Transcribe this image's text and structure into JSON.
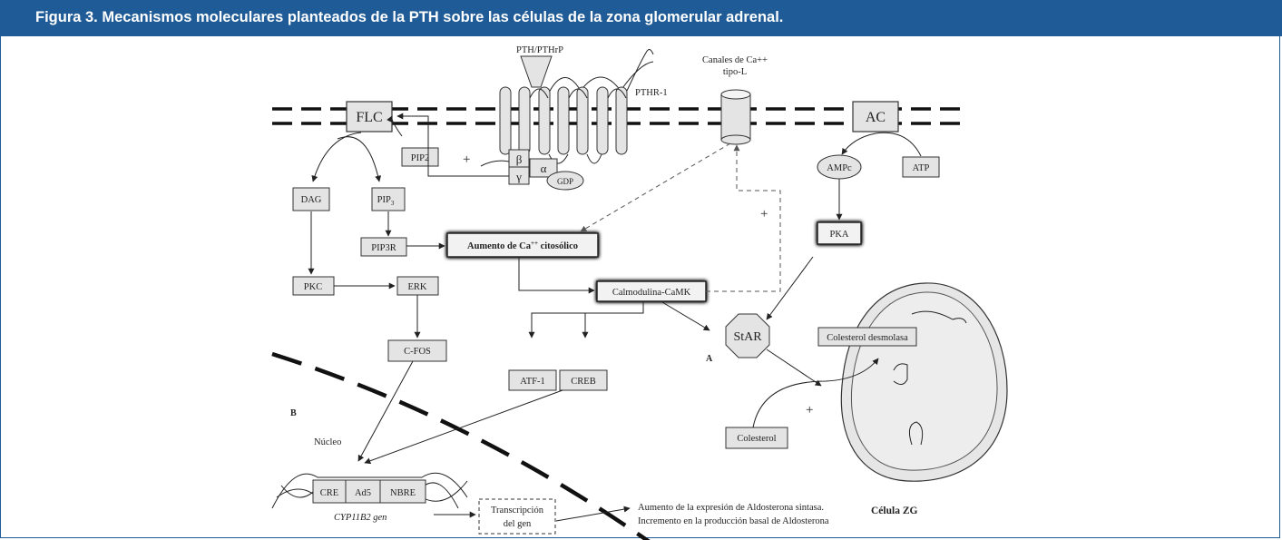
{
  "figure": {
    "caption": "Figura 3. Mecanismos moleculares planteados de la PTH sobre las células de la zona glomerular adrenal.",
    "colors": {
      "header_bg": "#1f5b96",
      "header_text": "#ffffff"
    }
  },
  "diagram": {
    "ligand": "PTH/PTHrP",
    "receptor": "PTHR-1",
    "channel_line1": "Canales de Ca++",
    "channel_line2": "tipo-L",
    "flc": "FLC",
    "ac": "AC",
    "pip2": "PIP2",
    "plus_left": "+",
    "g_beta": "β",
    "g_alpha": "α",
    "g_gamma": "γ",
    "gdp": "GDP",
    "ampc": "AMPc",
    "atp": "ATP",
    "dag": "DAG",
    "pip3_base": "PIP",
    "pip3_sub": "3",
    "pip3r": "PIP3R",
    "calcium_prefix": "Aumento de Ca",
    "calcium_sup": "++",
    "calcium_suffix": " citosólico",
    "pka": "PKA",
    "plus_mid": "+",
    "pkc": "PKC",
    "erk": "ERK",
    "camk": "Calmodulina-CaMK",
    "cfos": "C-FOS",
    "star": "StAR",
    "desmolasa": "Colesterol desmolasa",
    "label_a": "A",
    "atf1": "ATF-1",
    "creb": "CREB",
    "label_b": "B",
    "nucleo": "Núcleo",
    "colesterol": "Colesterol",
    "plus_right": "+",
    "cre": "CRE",
    "ad5": "Ad5",
    "nbre": "NBRE",
    "gene_label": "CYP11B2 gen",
    "transcripcion_line1": "Transcripción",
    "transcripcion_line2": "del gen",
    "outcome_line1": "Aumento de la expresión de Aldosterona sintasa.",
    "outcome_line2": "Incremento en la producción basal de Aldosterona",
    "cell_label": "Célula ZG"
  }
}
